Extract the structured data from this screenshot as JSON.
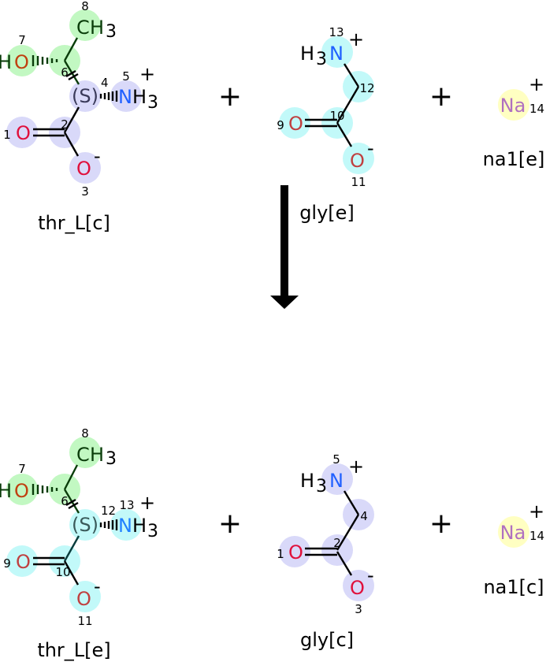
{
  "symbols": {
    "C": "C",
    "H": "H",
    "O": "O",
    "N": "N",
    "Na": "Na",
    "sub3": "3",
    "plus": "+",
    "minus": "-",
    "stereo": "(S)"
  },
  "plus_sign": "+",
  "reactants": {
    "thr": {
      "label": "thr_L[c]",
      "atoms": {
        "C_methyl": "8",
        "O_hydroxyl": "7",
        "C_beta": "6",
        "C_alpha": "4",
        "N": "5",
        "O_carbonyl": "1",
        "C_carboxyl": "2",
        "O_minus": "3"
      }
    },
    "gly": {
      "label": "gly[e]",
      "atoms": {
        "N": "13",
        "C_alpha": "12",
        "C_carboxyl": "10",
        "O_carbonyl": "9",
        "O_minus": "11"
      }
    },
    "na": {
      "label": "na1[e]",
      "atom": "14"
    }
  },
  "products": {
    "thr": {
      "label": "thr_L[e]",
      "atoms": {
        "C_methyl": "8",
        "O_hydroxyl": "7",
        "C_beta": "6",
        "C_alpha": "12",
        "N": "13",
        "O_carbonyl": "9",
        "C_carboxyl": "10",
        "O_minus": "11"
      }
    },
    "gly": {
      "label": "gly[c]",
      "atoms": {
        "N": "5",
        "C_alpha": "4",
        "C_carboxyl": "2",
        "O_carbonyl": "1",
        "O_minus": "3"
      }
    },
    "na": {
      "label": "na1[c]",
      "atom": "14"
    }
  },
  "colors": {
    "green": "#c2f8c2",
    "lavender": "#d9d9f9",
    "cyan": "#c2f9f9",
    "yellow": "#ffffc2",
    "oxygen": "#e0103c",
    "nitrogen": "#2060ff",
    "sodium": "#b070c0"
  }
}
